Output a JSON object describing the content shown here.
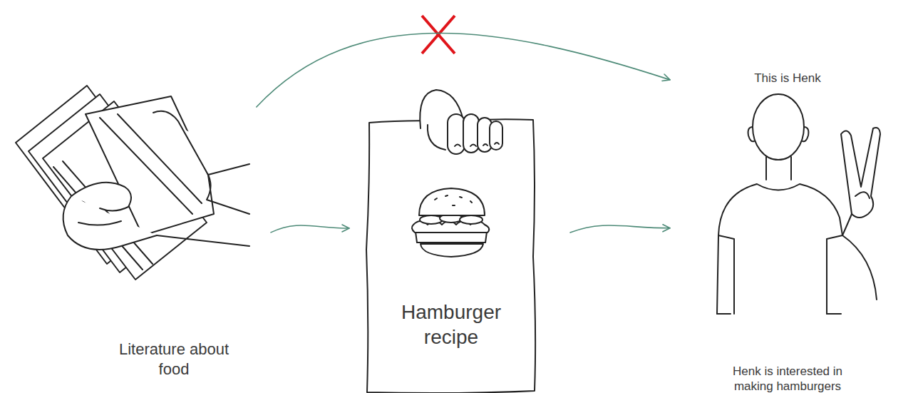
{
  "diagram": {
    "nodes": [
      {
        "text": [
          "Literature about food"
        ]
      },
      {
        "text": [
          "Hamburger recipe"
        ]
      },
      {
        "text": [
          "This is Henk",
          "Henk is interested in making hamburgers"
        ]
      }
    ],
    "edges": [
      {
        "from": 0,
        "to": 1,
        "arrow": "to"
      },
      {
        "from": 1,
        "to": 2,
        "arrow": "to"
      },
      {
        "from": 0,
        "to": 2,
        "arrow": "to"
      }
    ]
  }
}
